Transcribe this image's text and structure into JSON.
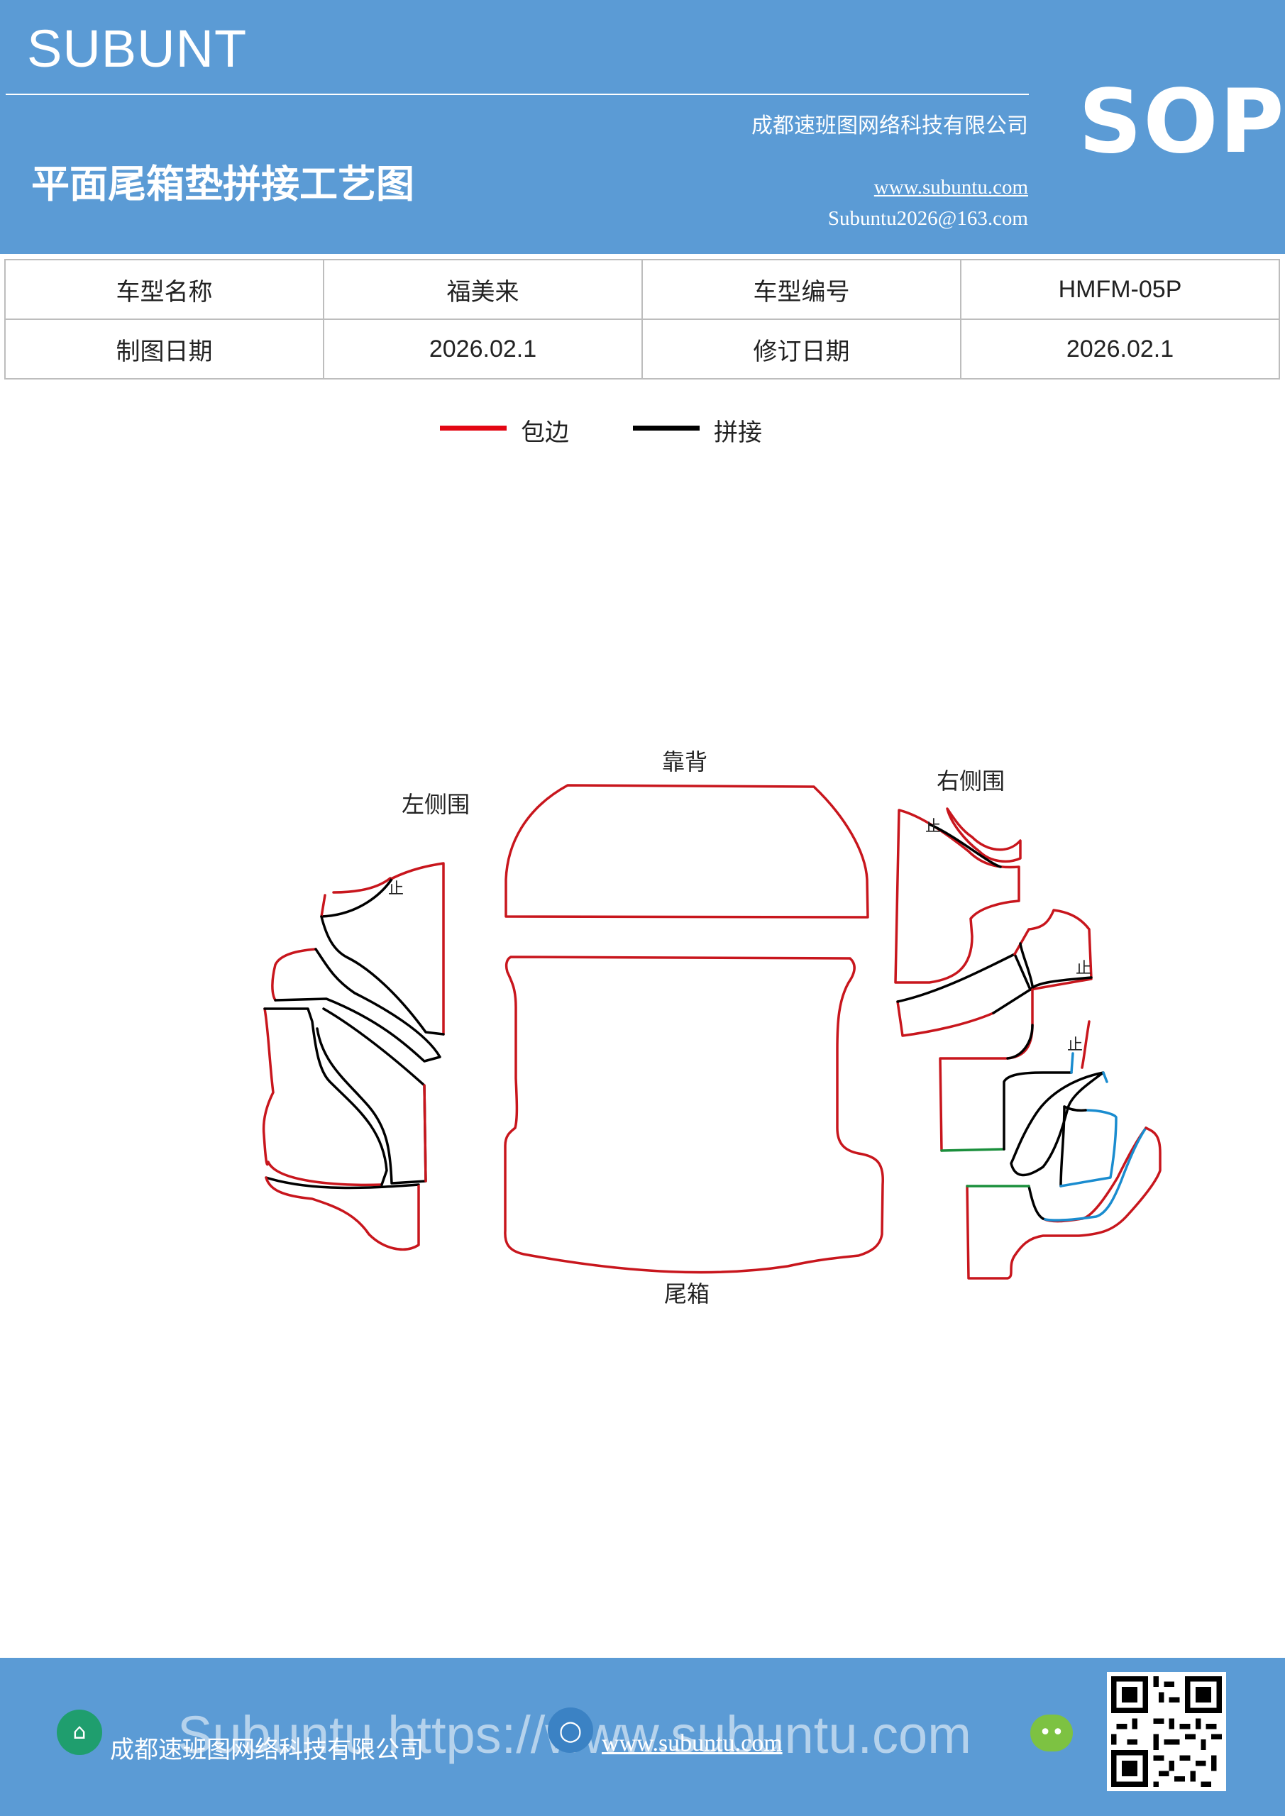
{
  "header": {
    "brand": "SUBUNT",
    "title": "平面尾箱垫拼接工艺图",
    "company": "成都速班图网络科技有限公司",
    "website": "www.subuntu.com",
    "email": "Subuntu2026@163.com",
    "badge": "SOP"
  },
  "info_table": {
    "row1": {
      "label1": "车型名称",
      "value1": "福美来",
      "label2": "车型编号",
      "value2": "HMFM-05P"
    },
    "row2": {
      "label1": "制图日期",
      "value1": "2026.02.1",
      "label2": "修订日期",
      "value2": "2026.02.1"
    }
  },
  "legend": {
    "items": [
      {
        "label": "包边",
        "color": "#e30613"
      },
      {
        "label": "拼接",
        "color": "#000000"
      }
    ]
  },
  "diagram": {
    "labels": {
      "backrest": "靠背",
      "left_side": "左侧围",
      "right_side": "右侧围",
      "trunk": "尾箱",
      "stop": "止"
    },
    "colors": {
      "edge": "#c8161d",
      "seam": "#000000",
      "blue_seam": "#1a8ccf",
      "green_seam": "#1a8f3c"
    }
  },
  "footer": {
    "company": "成都速班图网络科技有限公司",
    "website": "www.subuntu.com",
    "watermark": "Subuntu https://www.subuntu.com"
  }
}
